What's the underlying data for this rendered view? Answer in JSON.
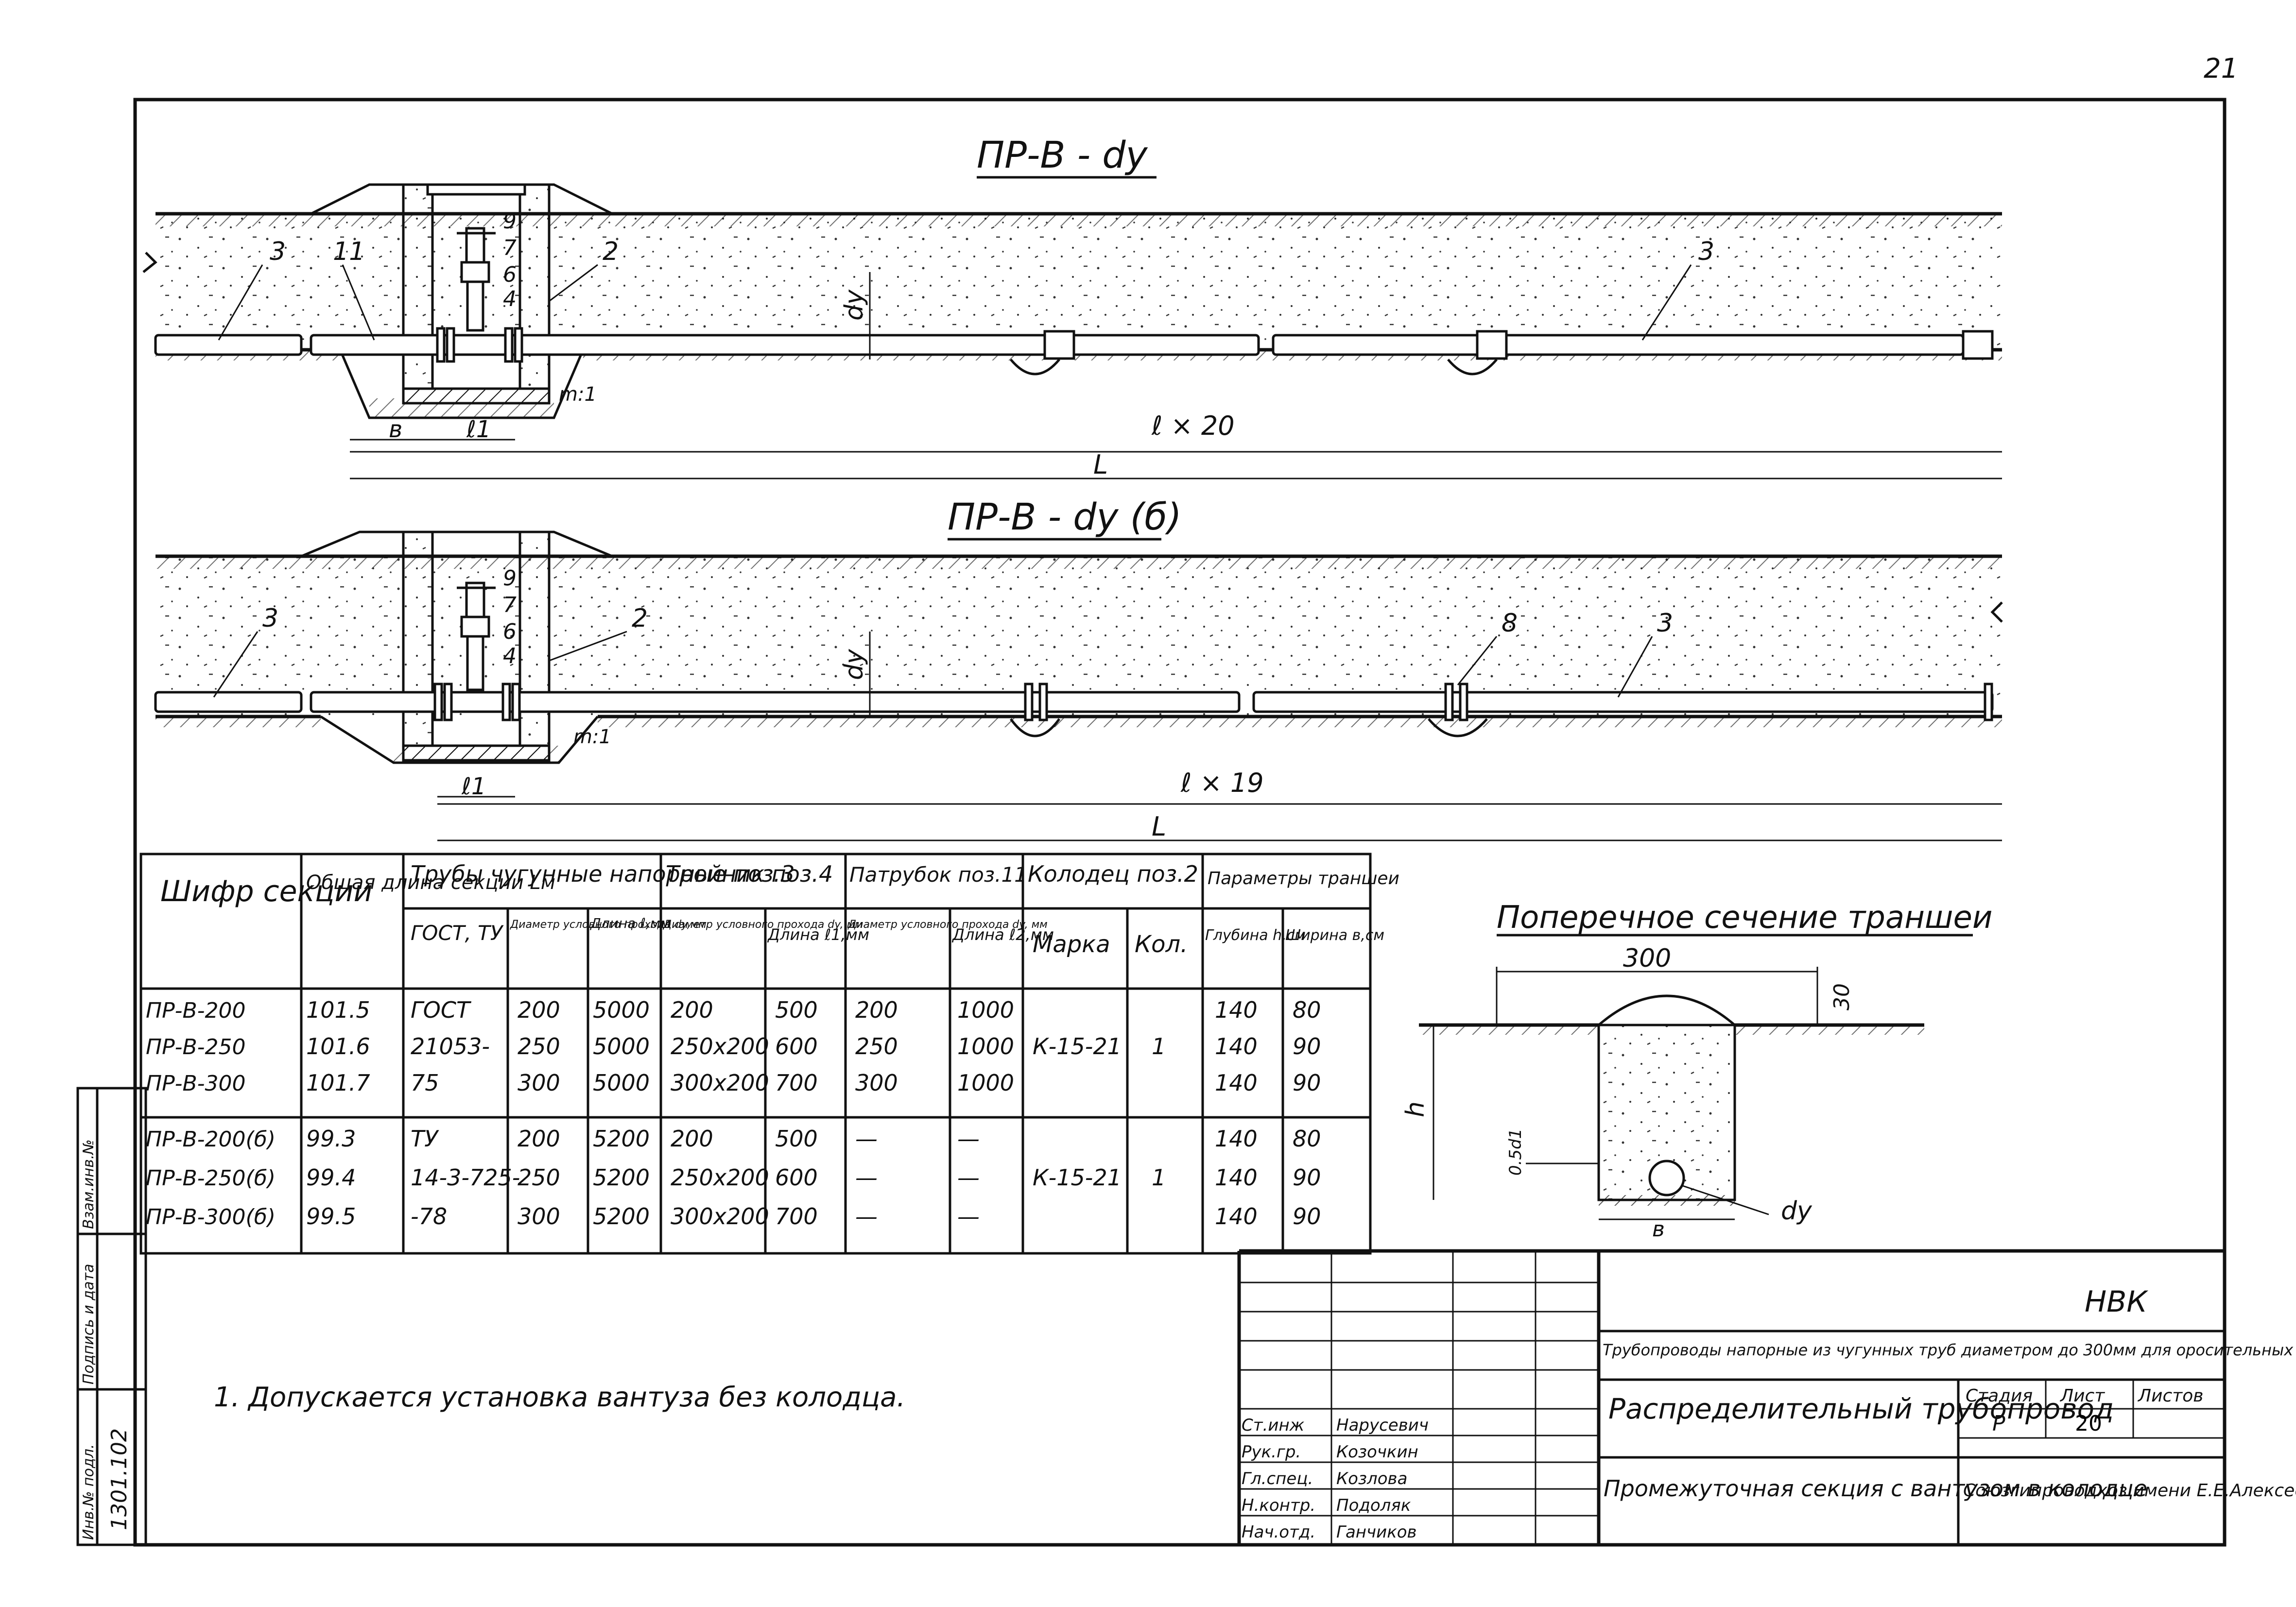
{
  "sheet_number": "21",
  "drawings": {
    "title_top": "ПР-В - dy",
    "title_bottom": "ПР-В - dy (б)",
    "callouts_top": [
      "3",
      "11",
      "9",
      "7",
      "6",
      "4",
      "2",
      "3"
    ],
    "callouts_bottom": [
      "3",
      "9",
      "7",
      "6",
      "4",
      "2",
      "8",
      "3"
    ],
    "dim_dy": "dy",
    "dim_slope": "m:1",
    "dim_b": "в",
    "dim_l1": "ℓ1",
    "dim_l_top": "ℓ × 20",
    "dim_l_bottom": "ℓ × 19",
    "dim_L": "L"
  },
  "table": {
    "headers": {
      "shifr": "Шифр секции",
      "total_length": "Общая длина секции Lм",
      "pipes": "Трубы чугунные напорные поз.3",
      "pipes_gost": "ГОСТ, ТУ",
      "pipes_dia": "Диаметр условного прохода dy,мм",
      "pipes_len": "Длина ℓ,мм",
      "tee": "Тройник поз.4",
      "tee_dia": "Диаметр условного прохода dy, мм",
      "tee_len": "Длина ℓ1,мм",
      "nozzle": "Патрубок поз.11",
      "nozzle_dia": "Диаметр условного прохода dy, мм",
      "nozzle_len": "Длина ℓ2,мм",
      "well": "Колодец поз.2",
      "well_mark": "Марка",
      "well_qty": "Кол.",
      "trench": "Параметры траншеи",
      "trench_depth": "Глубина h,см",
      "trench_width": "Ширина в,см"
    },
    "rows": [
      [
        "ПР-В-200",
        "101.5",
        "ГОСТ",
        "200",
        "5000",
        "200",
        "500",
        "200",
        "1000",
        "",
        "",
        "140",
        "80"
      ],
      [
        "ПР-В-250",
        "101.6",
        "21053-",
        "250",
        "5000",
        "250x200",
        "600",
        "250",
        "1000",
        "К-15-21",
        "1",
        "140",
        "90"
      ],
      [
        "ПР-В-300",
        "101.7",
        "75",
        "300",
        "5000",
        "300x200",
        "700",
        "300",
        "1000",
        "",
        "",
        "140",
        "90"
      ],
      [
        "ПР-В-200(б)",
        "99.3",
        "ТУ",
        "200",
        "5200",
        "200",
        "500",
        "—",
        "—",
        "",
        "",
        "140",
        "80"
      ],
      [
        "ПР-В-250(б)",
        "99.4",
        "14-3-725-",
        "250",
        "5200",
        "250x200",
        "600",
        "—",
        "—",
        "К-15-21",
        "1",
        "140",
        "90"
      ],
      [
        "ПР-В-300(б)",
        "99.5",
        "-78",
        "300",
        "5200",
        "300x200",
        "700",
        "—",
        "—",
        "",
        "",
        "140",
        "90"
      ]
    ]
  },
  "cross_section": {
    "title": "Поперечное сечение траншеи",
    "dim_width": "300",
    "dim_top": "30",
    "dim_h": "h",
    "dim_half": "0.5d1",
    "dim_b": "в",
    "dim_dy": "dy"
  },
  "note": "1. Допускается установка вантуза без колодца.",
  "stamp": {
    "side_labels": [
      "Инв.№ подл.",
      "Подпись и дата",
      "Взам.инв.№"
    ],
    "side_values": [
      "1301.102",
      "",
      ""
    ],
    "org_code": "НВК",
    "project_title": "Трубопроводы напорные из чугунных труб диаметром до 300мм для оросительных систем (секции)",
    "stage_header": "Стадия",
    "sheet_header": "Лист",
    "sheets_header": "Листов",
    "stage": "Р",
    "sheet": "20",
    "sheets": "",
    "object_name": "Распределительный трубопровод",
    "drawing_name": "Промежуточная секция с вантузом в колодце",
    "organization": "Союзгипроводхоз имени Е.Е.Алексеевского г. Москва",
    "staff": [
      {
        "role": "Ст.инж",
        "name": "Нарусевич"
      },
      {
        "role": "Рук.гр.",
        "name": "Козочкин"
      },
      {
        "role": "Гл.спец.",
        "name": "Козлова"
      },
      {
        "role": "Н.контр.",
        "name": "Подоляк"
      },
      {
        "role": "Нач.отд.",
        "name": "Ганчиков"
      }
    ]
  }
}
